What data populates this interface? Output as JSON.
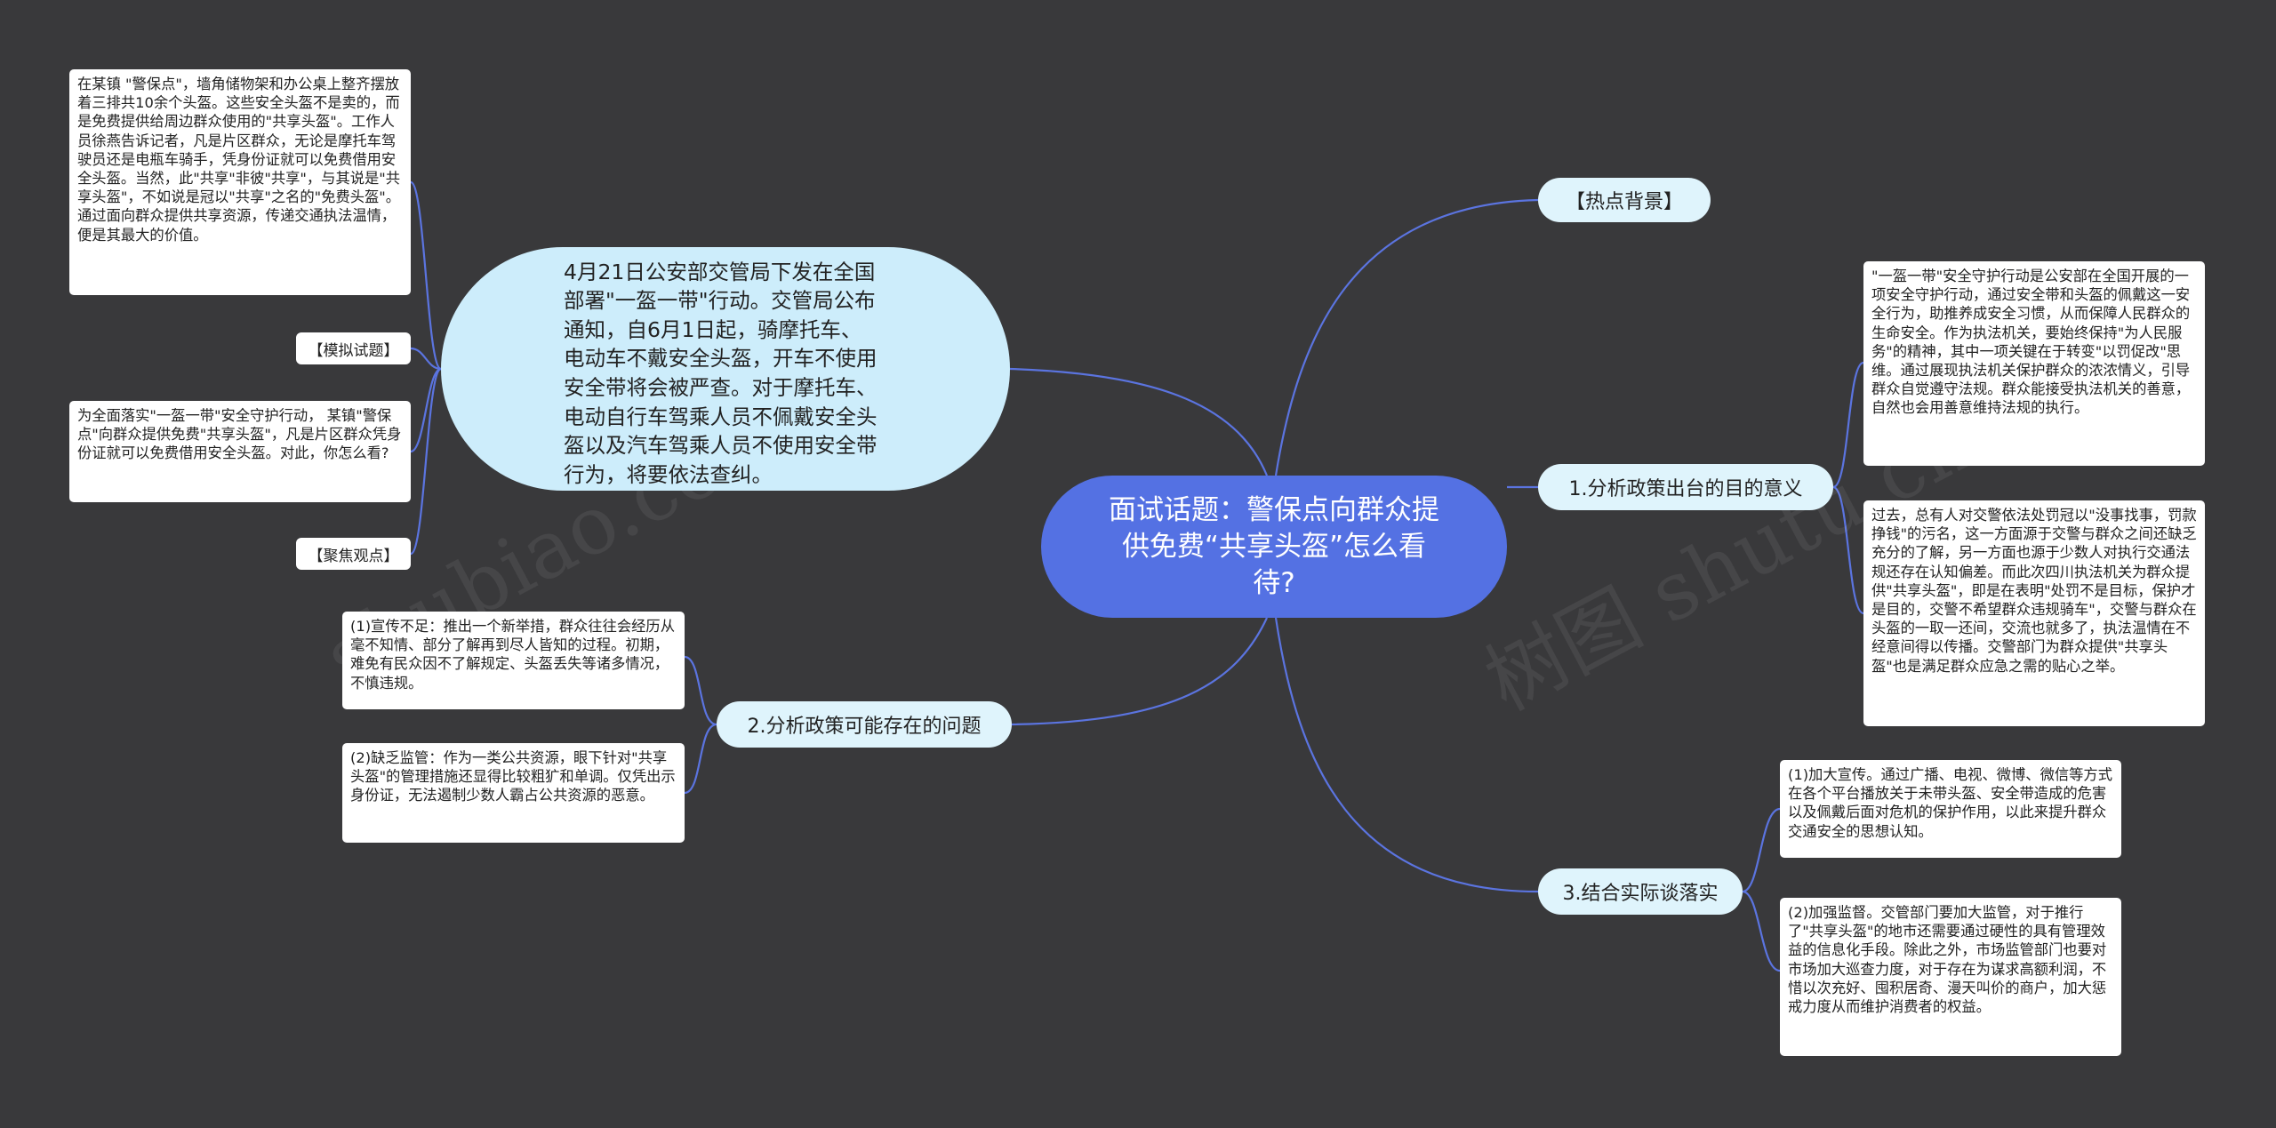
{
  "colors": {
    "background": "#39393b",
    "center_fill": "#5471e3",
    "bubble_fill": "#cdedfb",
    "branch_fill": "#dff4fc",
    "note_fill": "#ffffff",
    "connector": "#5b74e0"
  },
  "center": {
    "text": "面试话题：警保点向群众提供免费“共享头盔”怎么看待?"
  },
  "left": {
    "bubble_text": "4月21日公安部交管局下发在全国部署\"一盔一带\"行动。交管局公布通知，自6月1日起，骑摩托车、电动车不戴安全头盔，开车不使用安全带将会被严查。对于摩托车、电动自行车驾乘人员不佩戴安全头盔以及汽车驾乘人员不使用安全带行为，将要依法查纠。",
    "note1": "在某镇 \"警保点\"，墙角储物架和办公桌上整齐摆放着三排共10余个头盔。这些安全头盔不是卖的，而是免费提供给周边群众使用的\"共享头盔\"。工作人员徐燕告诉记者，凡是片区群众，无论是摩托车驾驶员还是电瓶车骑手，凭身份证就可以免费借用安全头盔。当然，此\"共享\"非彼\"共享\"，与其说是\"共享头盔\"，不如说是冠以\"共享\"之名的\"免费头盔\"。通过面向群众提供共享资源，传递交通执法温情，便是其最大的价值。",
    "tag_moni": "【模拟试题】",
    "note2": "为全面落实\"一盔一带\"安全守护行动， 某镇\"警保点\"向群众提供免费\"共享头盔\"，凡是片区群众凭身份证就可以免费借用安全头盔。对此，你怎么看?",
    "tag_jujiao": "【聚焦观点】",
    "branch2_label": "2.分析政策可能存在的问题",
    "problem1": "(1)宣传不足：推出一个新举措，群众往往会经历从毫不知情、部分了解再到尽人皆知的过程。初期，难免有民众因不了解规定、头盔丢失等诸多情况，不慎违规。",
    "problem2": "(2)缺乏监管：作为一类公共资源，眼下针对\"共享头盔\"的管理措施还显得比较粗犷和单调。仅凭出示身份证，无法遏制少数人霸占公共资源的恶意。"
  },
  "right": {
    "hot_label": "【热点背景】",
    "branch1_label": "1.分析政策出台的目的意义",
    "purpose1": "\"一盔一带\"安全守护行动是公安部在全国开展的一项安全守护行动，通过安全带和头盔的佩戴这一安全行为，助推养成安全习惯，从而保障人民群众的生命安全。作为执法机关，要始终保持\"为人民服务\"的精神，其中一项关键在于转变\"以罚促改\"思维。通过展现执法机关保护群众的浓浓情义，引导群众自觉遵守法规。群众能接受执法机关的善意，自然也会用善意维持法规的执行。",
    "purpose2": "过去，总有人对交警依法处罚冠以\"没事找事，罚款挣钱\"的污名，这一方面源于交警与群众之间还缺乏充分的了解，另一方面也源于少数人对执行交通法规还存在认知偏差。而此次四川执法机关为群众提供\"共享头盔\"，即是在表明\"处罚不是目标，保护才是目的，交警不希望群众违规骑车\"，交警与群众在头盔的一取一还间，交流也就多了，执法温情在不经意间得以传播。交警部门为群众提供\"共享头盔\"也是满足群众应急之需的贴心之举。",
    "branch3_label": "3.结合实际谈落实",
    "measure1": "(1)加大宣传。通过广播、电视、微博、微信等方式在各个平台播放关于未带头盔、安全带造成的危害以及佩戴后面对危机的保护作用，以此来提升群众交通安全的思想认知。",
    "measure2": "(2)加强监督。交管部门要加大监管，对于推行了\"共享头盔\"的地市还需要通过硬性的具有管理效益的信息化手段。除此之外，市场监管部门也要对市场加大巡查力度，对于存在为谋求高额利润，不惜以次充好、囤积居奇、漫天叫价的商户，加大惩戒力度从而维护消费者的权益。"
  }
}
